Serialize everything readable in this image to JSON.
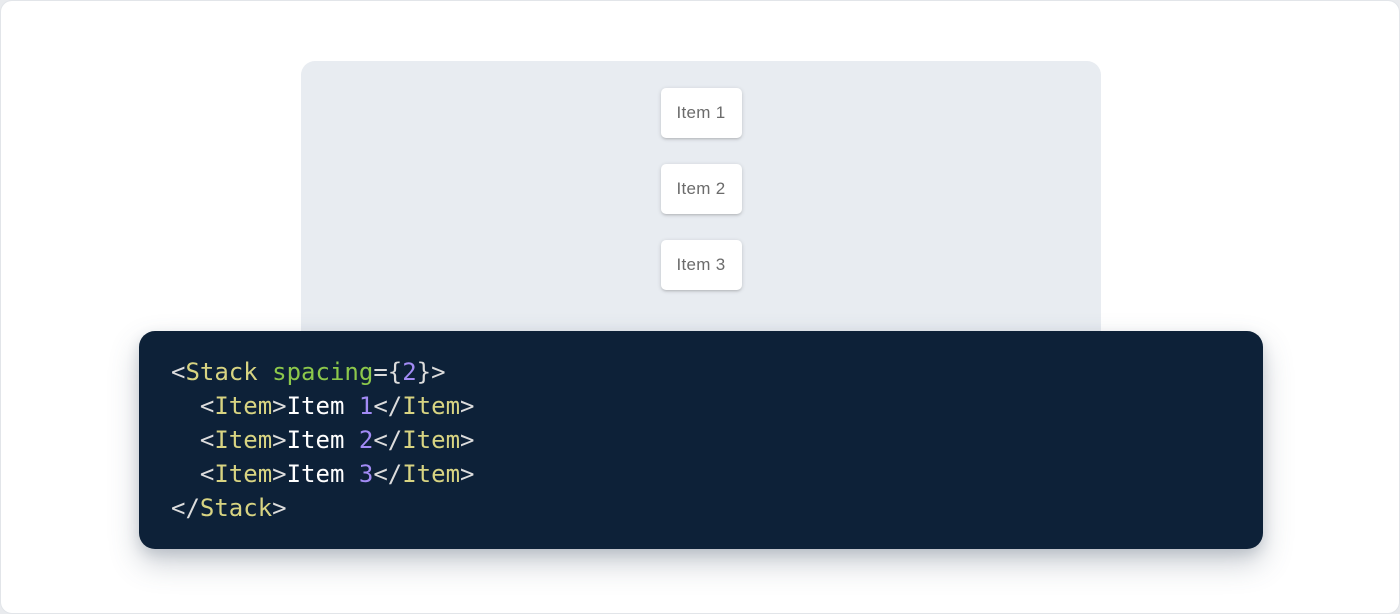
{
  "colors": {
    "page_background": "#E9EBEE",
    "card_background": "#FFFFFF",
    "card_border": "#E2E5E9",
    "panel_background": "#E8ECF1",
    "item_background": "#FFFFFF",
    "item_text": "#6B6B6B",
    "code_background": "#0D2138",
    "code_punctuation": "#DCDCDC",
    "code_tag": "#D8D482",
    "code_attr_name": "#8CC84B",
    "code_number": "#A28BF5",
    "code_text": "#FFFFFF"
  },
  "demo": {
    "items": [
      {
        "label": "Item 1"
      },
      {
        "label": "Item 2"
      },
      {
        "label": "Item 3"
      }
    ]
  },
  "code": {
    "source": "<Stack spacing={2}>\n  <Item>Item 1</Item>\n  <Item>Item 2</Item>\n  <Item>Item 3</Item>\n</Stack>",
    "lines": [
      [
        {
          "t": "p",
          "v": "<"
        },
        {
          "t": "tag",
          "v": "Stack"
        },
        {
          "t": "txt",
          "v": " "
        },
        {
          "t": "attr",
          "v": "spacing"
        },
        {
          "t": "p",
          "v": "={"
        },
        {
          "t": "num",
          "v": "2"
        },
        {
          "t": "p",
          "v": "}>"
        }
      ],
      [
        {
          "t": "txt",
          "v": "  "
        },
        {
          "t": "p",
          "v": "<"
        },
        {
          "t": "tag",
          "v": "Item"
        },
        {
          "t": "p",
          "v": ">"
        },
        {
          "t": "txt",
          "v": "Item "
        },
        {
          "t": "num",
          "v": "1"
        },
        {
          "t": "p",
          "v": "</"
        },
        {
          "t": "tag",
          "v": "Item"
        },
        {
          "t": "p",
          "v": ">"
        }
      ],
      [
        {
          "t": "txt",
          "v": "  "
        },
        {
          "t": "p",
          "v": "<"
        },
        {
          "t": "tag",
          "v": "Item"
        },
        {
          "t": "p",
          "v": ">"
        },
        {
          "t": "txt",
          "v": "Item "
        },
        {
          "t": "num",
          "v": "2"
        },
        {
          "t": "p",
          "v": "</"
        },
        {
          "t": "tag",
          "v": "Item"
        },
        {
          "t": "p",
          "v": ">"
        }
      ],
      [
        {
          "t": "txt",
          "v": "  "
        },
        {
          "t": "p",
          "v": "<"
        },
        {
          "t": "tag",
          "v": "Item"
        },
        {
          "t": "p",
          "v": ">"
        },
        {
          "t": "txt",
          "v": "Item "
        },
        {
          "t": "num",
          "v": "3"
        },
        {
          "t": "p",
          "v": "</"
        },
        {
          "t": "tag",
          "v": "Item"
        },
        {
          "t": "p",
          "v": ">"
        }
      ],
      [
        {
          "t": "p",
          "v": "</"
        },
        {
          "t": "tag",
          "v": "Stack"
        },
        {
          "t": "p",
          "v": ">"
        }
      ]
    ]
  }
}
